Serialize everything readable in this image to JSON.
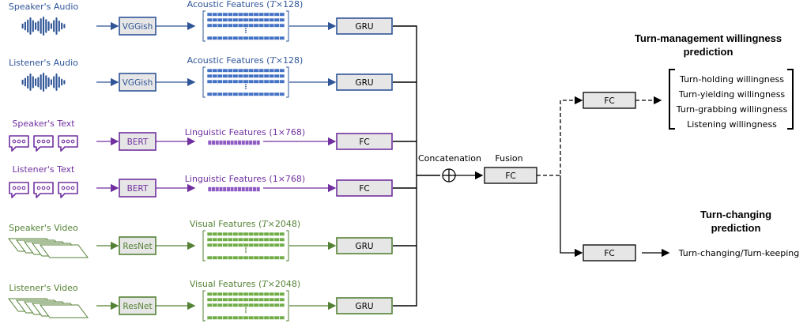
{
  "colors": {
    "audio": "#2f5597",
    "text": "#7030a0",
    "video": "#548235",
    "black": "#000000",
    "box_fill": "#e7e6e6",
    "audio_cell": "#4472c4",
    "text_cell": "#8e5cc4",
    "video_cell": "#70ad47"
  },
  "rows": [
    {
      "id": "speaker-audio",
      "modality": "audio",
      "input_label": "Speaker's Audio",
      "encoder": "VGGish",
      "feature_prefix": "Acoustic Features (",
      "feature_var": "T",
      "feature_suffix": "×128)",
      "head": "GRU"
    },
    {
      "id": "listener-audio",
      "modality": "audio",
      "input_label": "Listener's Audio",
      "encoder": "VGGish",
      "feature_prefix": "Acoustic Features (",
      "feature_var": "T",
      "feature_suffix": "×128)",
      "head": "GRU"
    },
    {
      "id": "speaker-text",
      "modality": "text",
      "input_label": "Speaker's Text",
      "encoder": "BERT",
      "feature_prefix": "Linguistic Features (1×768)",
      "feature_var": "",
      "feature_suffix": "",
      "head": "FC"
    },
    {
      "id": "listener-text",
      "modality": "text",
      "input_label": "Listener's Text",
      "encoder": "BERT",
      "feature_prefix": "Linguistic Features (1×768)",
      "feature_var": "",
      "feature_suffix": "",
      "head": "FC"
    },
    {
      "id": "speaker-video",
      "modality": "video",
      "input_label": "Speaker's Video",
      "encoder": "ResNet",
      "feature_prefix": "Visual Features (",
      "feature_var": "T",
      "feature_suffix": "×2048)",
      "head": "GRU"
    },
    {
      "id": "listener-video",
      "modality": "video",
      "input_label": "Listener's Video",
      "encoder": "ResNet",
      "feature_prefix": "Visual Features (",
      "feature_var": "T",
      "feature_suffix": "×2048)",
      "head": "GRU"
    }
  ],
  "concat_label": "Concatenation",
  "fusion": {
    "label": "Fusion",
    "box": "FC"
  },
  "willingness": {
    "title_line1": "Turn-management willingness",
    "title_line2": "prediction",
    "box": "FC",
    "outputs": [
      "Turn-holding willingness",
      "Turn-yielding willingness",
      "Turn-grabbing willingness",
      "Listening willingness"
    ]
  },
  "changing": {
    "title_line1": "Turn-changing",
    "title_line2": "prediction",
    "box": "FC",
    "output": "Turn-changing/Turn-keeping"
  }
}
